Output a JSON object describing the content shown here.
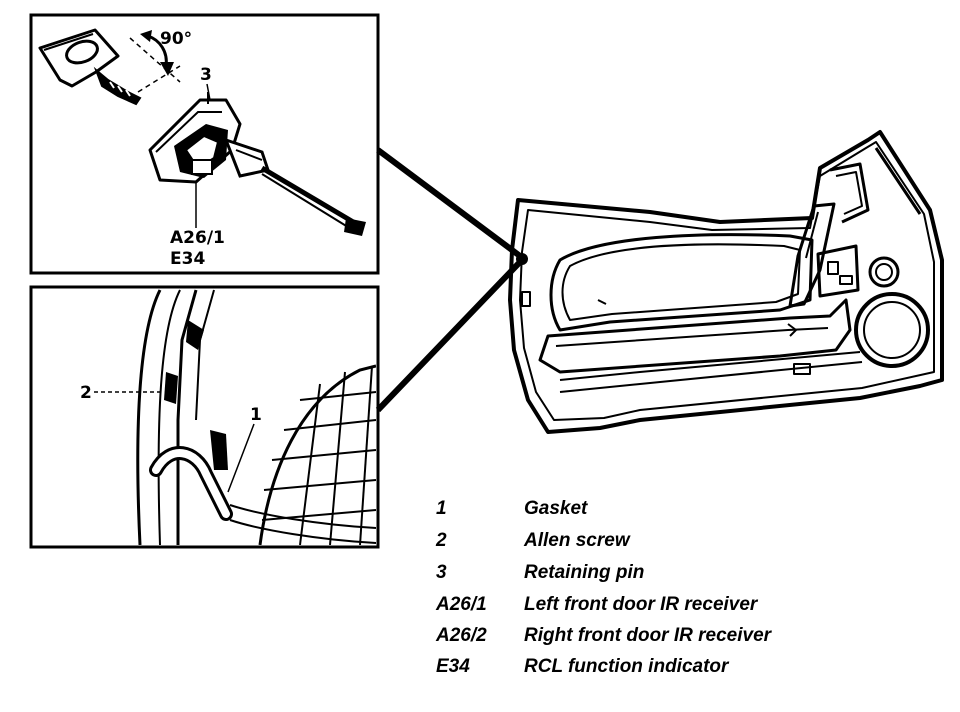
{
  "diagram": {
    "rotation_label": "90°",
    "callouts": {
      "c1": "1",
      "c2": "2",
      "c3": "3",
      "c_a26_1": "A26/1",
      "c_e34": "E34"
    },
    "legend": [
      {
        "code": "1",
        "text": "Gasket"
      },
      {
        "code": "2",
        "text": "Allen screw"
      },
      {
        "code": "3",
        "text": "Retaining pin"
      },
      {
        "code": "A26/1",
        "text": "Left front door IR receiver"
      },
      {
        "code": "A26/2",
        "text": "Right front door IR receiver"
      },
      {
        "code": "E34",
        "text": "RCL function indicator"
      }
    ]
  }
}
